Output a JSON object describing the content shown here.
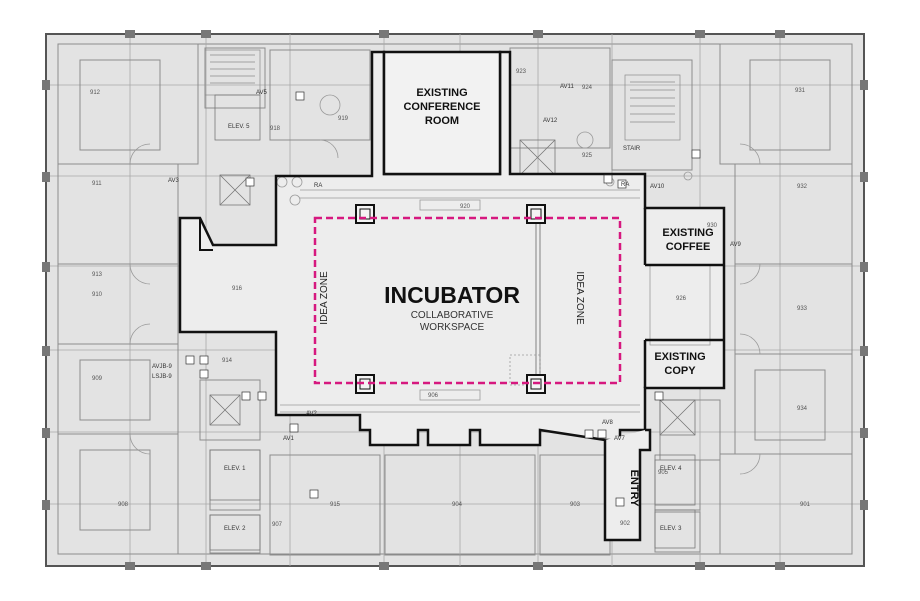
{
  "labels": {
    "existing_conference_line1": "EXISTING",
    "existing_conference_line2": "CONFERENCE",
    "existing_conference_line3": "ROOM",
    "existing_coffee_line1": "EXISTING",
    "existing_coffee_line2": "COFFEE",
    "existing_copy_line1": "EXISTING",
    "existing_copy_line2": "COPY",
    "entry": "ENTRY",
    "incubator_title": "INCUBATOR",
    "incubator_sub1": "COLLABORATIVE",
    "incubator_sub2": "WORKSPACE",
    "idea_zone_left": "IDEA ZONE",
    "idea_zone_right": "IDEA ZONE"
  },
  "room_numbers": {
    "r912": "912",
    "r918": "918",
    "r919": "919",
    "r911": "911",
    "r913": "913",
    "r916": "916",
    "r910": "910",
    "r909": "909",
    "r914": "914",
    "r908": "908",
    "r907": "907",
    "r915": "915",
    "r920": "920",
    "r906": "906",
    "r904": "904",
    "r903": "903",
    "r902": "902",
    "r901": "901",
    "r931": "931",
    "r932": "932",
    "r930": "930",
    "r933": "933",
    "r934": "934",
    "r923": "923",
    "r924": "924",
    "r925": "925",
    "r926": "926",
    "r905": "905"
  },
  "tags": {
    "elev5": "ELEV. 5",
    "elev1": "ELEV. 1",
    "elev2": "ELEV. 2",
    "elev4": "ELEV. 4",
    "elev3": "ELEV. 3",
    "av3": "AV3",
    "av5": "AV5",
    "av10": "AV10",
    "av9": "AV9",
    "av11": "AV11",
    "av12": "AV12",
    "av2": "AV2",
    "av1": "AV1",
    "av8": "AV8",
    "av7": "AV7",
    "avjb9": "AVJB-9",
    "lsjb9": "LSJB-9",
    "ra1": "RA",
    "ra2": "RA",
    "stair": "STAIR"
  },
  "colors": {
    "plan_background": "#e3e3e3",
    "plan_lines": "#9a9a9a",
    "boundary": "#111111",
    "interior_fill": "#ececec",
    "zone_dash": "#d6187f"
  }
}
